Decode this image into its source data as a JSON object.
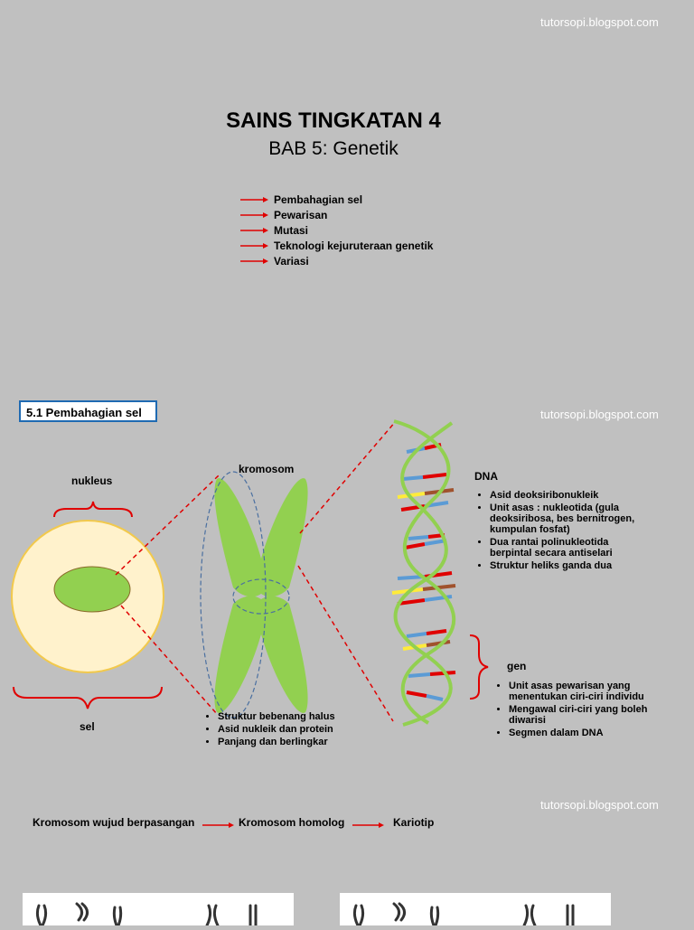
{
  "watermark": "tutorsopi.blogspot.com",
  "header": {
    "title": "SAINS TINGKATAN 4",
    "subtitle": "BAB 5: Genetik"
  },
  "topics": [
    "Pembahagian sel",
    "Pewarisan",
    "Mutasi",
    "Teknologi kejuruteraan genetik",
    "Variasi"
  ],
  "section": {
    "title": "5.1  Pembahagian sel"
  },
  "diagram": {
    "nucleus_label": "nukleus",
    "cell_label": "sel",
    "chromosome_label": "kromosom",
    "chromosome_bullets": [
      "Struktur bebenang halus",
      "Asid nukleik dan protein",
      "Panjang dan berlingkar"
    ],
    "dna_label": "DNA",
    "dna_bullets": [
      "Asid deoksiribonukleik",
      "Unit asas : nukleotida (gula deoksiribosa, bes bernitrogen, kumpulan fosfat)",
      "Dua rantai polinukleotida berpintal secara antiselari",
      "Struktur heliks ganda dua"
    ],
    "gene_label": "gen",
    "gene_bullets": [
      "Unit asas pewarisan yang menentukan ciri-ciri individu",
      "Mengawal ciri-ciri yang boleh diwarisi",
      "Segmen dalam DNA"
    ]
  },
  "flow": [
    "Kromosom wujud berpasangan",
    "Kromosom homolog",
    "Kariotip"
  ],
  "colors": {
    "background": "#c0c0c0",
    "arrow": "#e00000",
    "cell_fill": "#fff2cc",
    "cell_border": "#f2c94c",
    "green": "#92d050",
    "section_border": "#1f6ab2"
  }
}
